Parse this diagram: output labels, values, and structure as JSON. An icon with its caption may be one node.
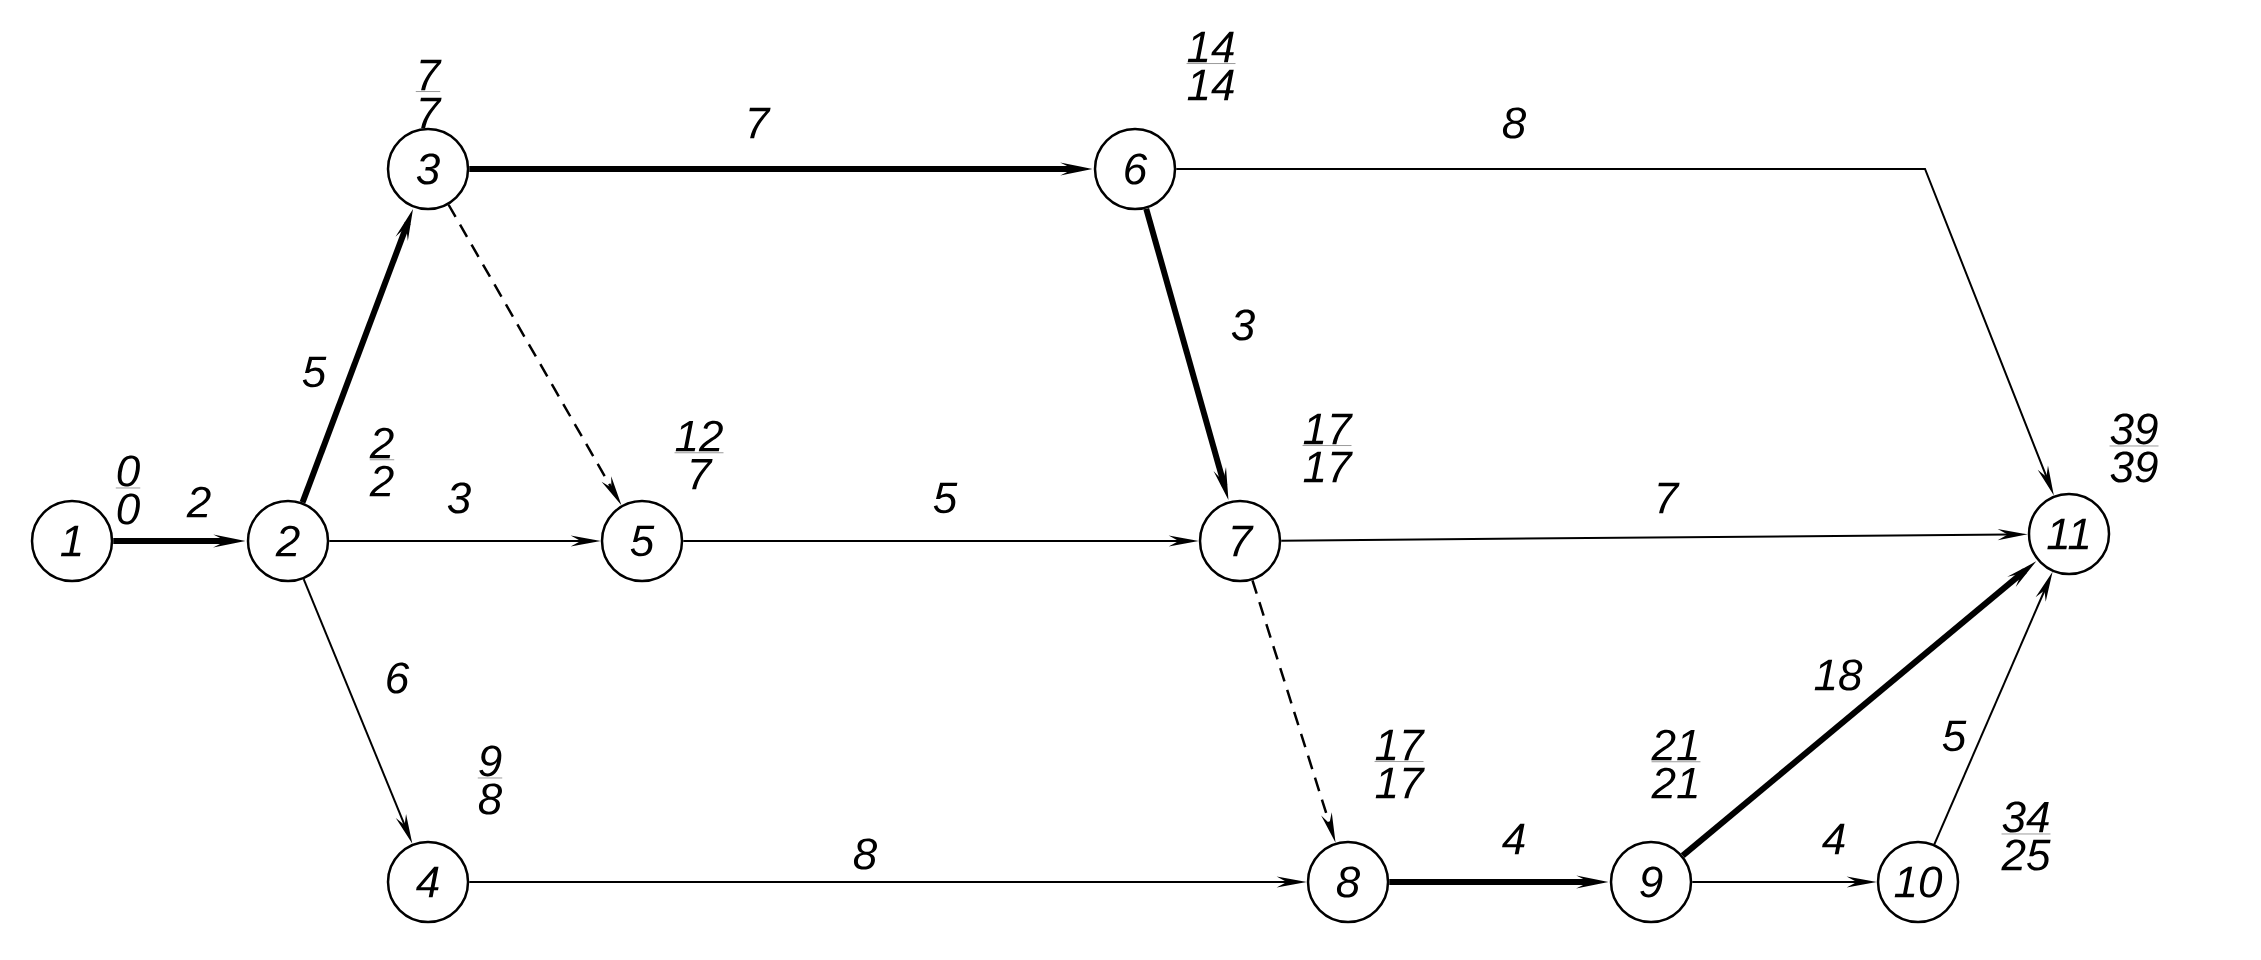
{
  "diagram": {
    "nodes": [
      {
        "text": [
          "1"
        ],
        "beside": [
          "0",
          "0"
        ]
      },
      {
        "text": [
          "2"
        ],
        "beside": [
          "2",
          "2"
        ]
      },
      {
        "text": [
          "3"
        ],
        "beside": [
          "7",
          "7"
        ]
      },
      {
        "text": [
          "4"
        ],
        "beside": [
          "9",
          "8"
        ]
      },
      {
        "text": [
          "5"
        ],
        "beside": [
          "12",
          "7"
        ]
      },
      {
        "text": [
          "6"
        ],
        "beside": [
          "14",
          "14"
        ]
      },
      {
        "text": [
          "7"
        ],
        "beside": [
          "17",
          "17"
        ]
      },
      {
        "text": [
          "8"
        ],
        "beside": [
          "17",
          "17"
        ]
      },
      {
        "text": [
          "9"
        ],
        "beside": [
          "21",
          "21"
        ]
      },
      {
        "text": [
          "10"
        ],
        "beside": [
          "34",
          "25"
        ]
      },
      {
        "text": [
          "11"
        ],
        "beside": [
          "39",
          "39"
        ]
      }
    ],
    "edges": [
      {
        "from": 0,
        "to": 1,
        "arrow": "to",
        "label": "2",
        "style": "thick"
      },
      {
        "from": 1,
        "to": 2,
        "arrow": "to",
        "label": "5",
        "style": "thick"
      },
      {
        "from": 1,
        "to": 4,
        "arrow": "to",
        "label": "3"
      },
      {
        "from": 1,
        "to": 3,
        "arrow": "to",
        "label": "6"
      },
      {
        "from": 2,
        "to": 5,
        "arrow": "to",
        "label": "7",
        "style": "thick"
      },
      {
        "from": 2,
        "to": 4,
        "arrow": "to",
        "style": "dashed"
      },
      {
        "from": 5,
        "to": 10,
        "arrow": "to",
        "label": "8"
      },
      {
        "from": 5,
        "to": 6,
        "arrow": "to",
        "label": "3",
        "style": "thick"
      },
      {
        "from": 4,
        "to": 6,
        "arrow": "to",
        "label": "5"
      },
      {
        "from": 6,
        "to": 10,
        "arrow": "to",
        "label": "7"
      },
      {
        "from": 6,
        "to": 7,
        "arrow": "to",
        "style": "dashed"
      },
      {
        "from": 3,
        "to": 7,
        "arrow": "to",
        "label": "8"
      },
      {
        "from": 7,
        "to": 8,
        "arrow": "to",
        "label": "4",
        "style": "thick"
      },
      {
        "from": 8,
        "to": 10,
        "arrow": "to",
        "label": "18",
        "style": "thick"
      },
      {
        "from": 8,
        "to": 9,
        "arrow": "to",
        "label": "4"
      },
      {
        "from": 9,
        "to": 10,
        "arrow": "to",
        "label": "5"
      }
    ]
  }
}
